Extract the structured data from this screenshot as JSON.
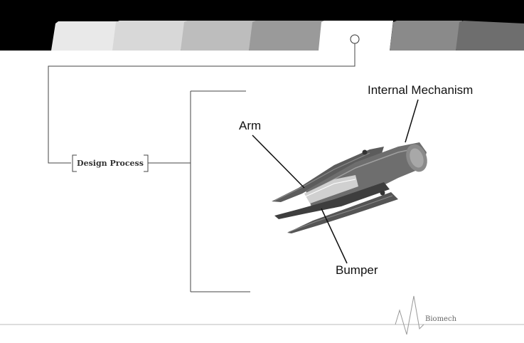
{
  "header": {
    "background": "#000000",
    "tabs": [
      {
        "name": "tab-1",
        "color": "#e9e9e9",
        "active": false
      },
      {
        "name": "tab-2",
        "color": "#d8d8d8",
        "active": false
      },
      {
        "name": "tab-3",
        "color": "#bdbdbd",
        "active": false
      },
      {
        "name": "tab-4",
        "color": "#9a9a9a",
        "active": false
      },
      {
        "name": "tab-5",
        "color": "#ffffff",
        "active": true
      },
      {
        "name": "tab-6",
        "color": "#8a8a8a",
        "active": false
      },
      {
        "name": "tab-7",
        "color": "#6e6e6e",
        "active": false
      }
    ]
  },
  "diagram": {
    "section_label": "Design Process",
    "callouts": {
      "internal_mechanism": "Internal Mechanism",
      "arm": "Arm",
      "bumper": "Bumper"
    }
  },
  "footer": {
    "logo_text": "Biomech",
    "line_color": "#bbbbbb"
  }
}
